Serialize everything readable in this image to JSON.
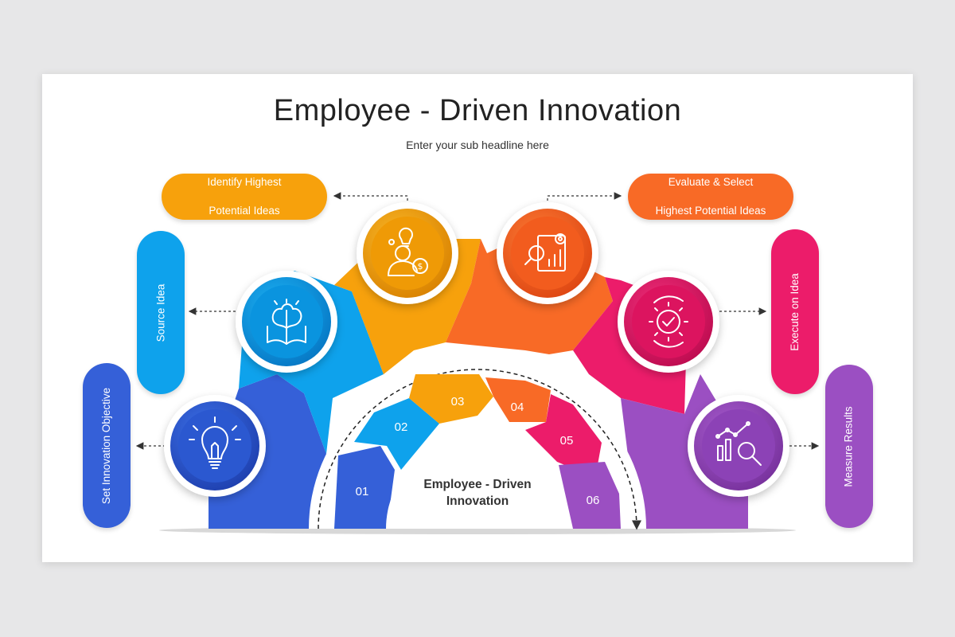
{
  "header": {
    "title": "Employee - Driven Innovation",
    "subtitle": "Enter your sub headline here"
  },
  "center": {
    "line1": "Employee - Driven",
    "line2": "Innovation"
  },
  "steps": [
    {
      "num": "01",
      "label": "Set Innovation Objective",
      "icon": "lightbulb-icon",
      "color": "#3560d8"
    },
    {
      "num": "02",
      "label": "Source Idea",
      "icon": "book-brain-icon",
      "color": "#0ea2ec"
    },
    {
      "num": "03",
      "label": "Identify Highest Potential Ideas",
      "icon": "person-idea-money-icon",
      "color": "#f7a10c"
    },
    {
      "num": "04",
      "label": "Evaluate & Select Highest Potential Ideas",
      "icon": "report-magnifier-icon",
      "color": "#f86a26"
    },
    {
      "num": "05",
      "label": "Execute on Idea",
      "icon": "gear-check-icon",
      "color": "#ec1c6a"
    },
    {
      "num": "06",
      "label": "Measure Results",
      "icon": "chart-magnifier-icon",
      "color": "#9b4fc2"
    }
  ],
  "pill_lines": {
    "identify_1": "Identify Highest",
    "identify_2": "Potential Ideas",
    "evaluate_1": "Evaluate & Select",
    "evaluate_2": "Highest Potential Ideas"
  }
}
